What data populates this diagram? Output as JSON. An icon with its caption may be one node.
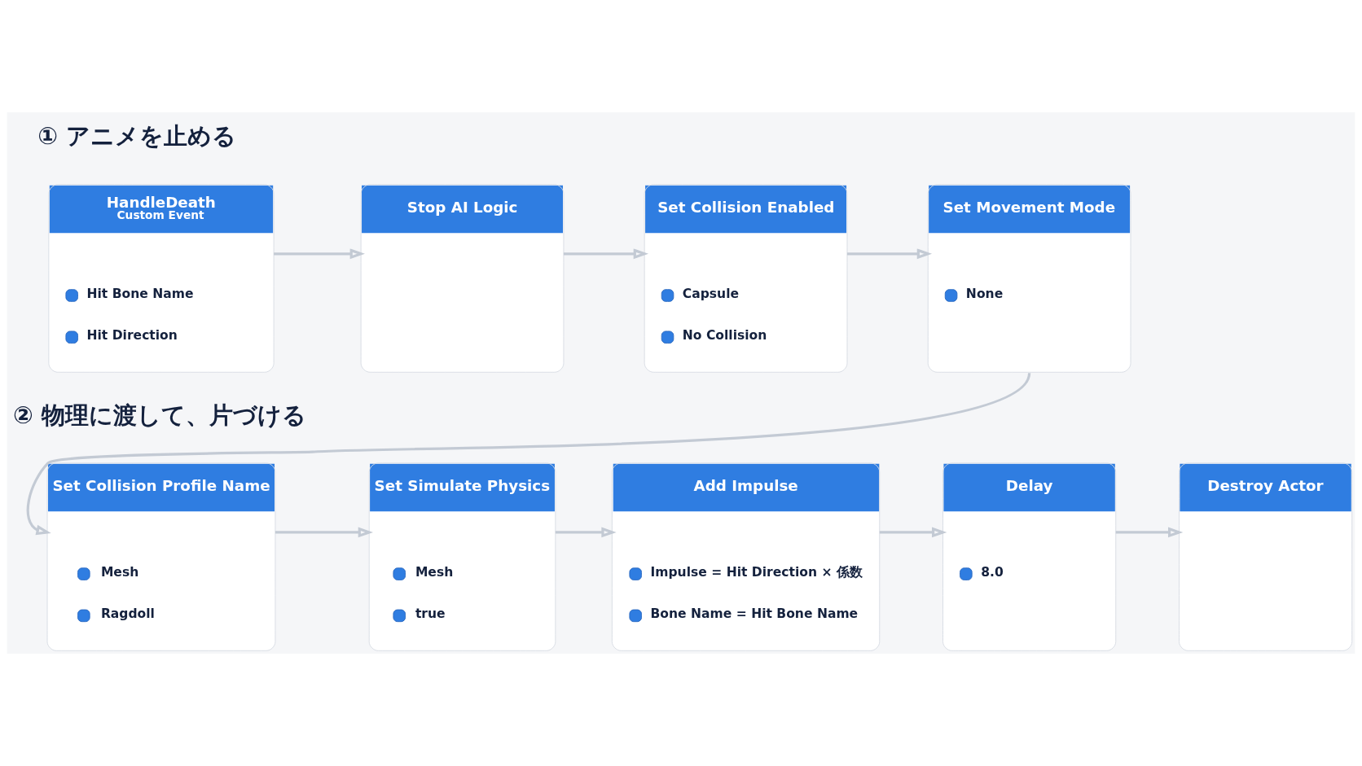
{
  "diagram": {
    "nodes": [
      {
        "text": [
          "HandleDeath",
          "Custom Event",
          "Hit Bone Name",
          "Hit Direction"
        ]
      },
      {
        "text": [
          "Stop AI Logic"
        ]
      },
      {
        "text": [
          "Set Collision Enabled",
          "Capsule",
          "No Collision"
        ]
      },
      {
        "text": [
          "Set Movement Mode",
          "None"
        ]
      },
      {
        "text": [
          "Set Collision Profile Name",
          "Mesh",
          "Ragdoll"
        ]
      },
      {
        "text": [
          "Set Simulate Physics",
          "Mesh",
          "true"
        ]
      },
      {
        "text": [
          "Add Impulse",
          "Impulse = Hit Direction × 係数",
          "Bone Name = Hit Bone Name"
        ]
      },
      {
        "text": [
          "Delay",
          "8.0"
        ]
      },
      {
        "text": [
          "Destroy Actor"
        ]
      }
    ],
    "edges": [
      {
        "from": 0,
        "to": 1,
        "arrow": "to"
      },
      {
        "from": 1,
        "to": 2,
        "arrow": "to"
      },
      {
        "from": 2,
        "to": 3,
        "arrow": "to"
      },
      {
        "from": 3,
        "to": 4,
        "arrow": "to"
      },
      {
        "from": 4,
        "to": 5,
        "arrow": "to"
      },
      {
        "from": 5,
        "to": 6,
        "arrow": "to"
      },
      {
        "from": 6,
        "to": 7,
        "arrow": "to"
      },
      {
        "from": 7,
        "to": 8,
        "arrow": "to"
      }
    ],
    "labels": [
      "① アニメを止める",
      "② 物理に渡して、片づける"
    ]
  }
}
